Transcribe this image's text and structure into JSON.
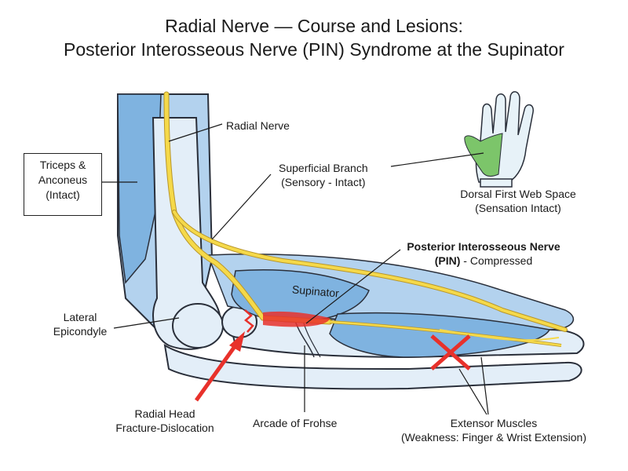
{
  "title": {
    "line1": "Radial Nerve — Course and Lesions:",
    "line2": "Posterior Interosseous Nerve (PIN) Syndrome at the Supinator"
  },
  "labels": {
    "radial_nerve": "Radial Nerve",
    "superficial_branch": "Superficial Branch",
    "superficial_branch_note": "(Sensory - Intact)",
    "triceps_line1": "Triceps &",
    "triceps_line2": "Anconeus",
    "triceps_note": "(Intact)",
    "web_space": "Dorsal First Web Space",
    "web_space_note": "(Sensation Intact)",
    "pin_line1": "Posterior Interosseous Nerve",
    "pin_abbrev": "(PIN)",
    "pin_status": " - Compressed",
    "supinator": "Supinator",
    "lateral_epicondyle_line1": "Lateral",
    "lateral_epicondyle_line2": "Epicondyle",
    "radial_head_line1": "Radial Head",
    "radial_head_line2": "Fracture-Dislocation",
    "arcade": "Arcade of Frohse",
    "extensor": "Extensor Muscles",
    "extensor_note": "(Weakness: Finger & Wrist Extension)"
  },
  "colors": {
    "bone": "#e3eef8",
    "bone_outline": "#2a2f3a",
    "muscle": "#7fb3e0",
    "muscle_light": "#b3d2ee",
    "nerve": "#f5d94a",
    "nerve_outline": "#b8962a",
    "compression": "#e8312b",
    "hand_green": "#7cc56a",
    "hand_skin": "#e7f2f8"
  }
}
